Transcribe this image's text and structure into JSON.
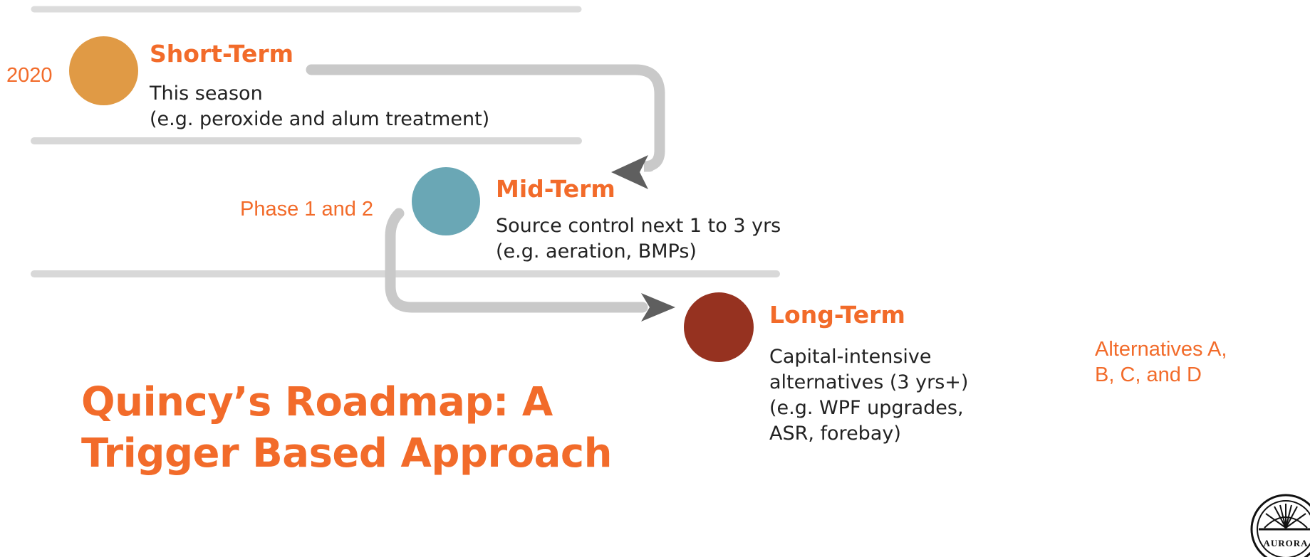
{
  "colors": {
    "accent": "#f26b2a",
    "short_term": "#e09a45",
    "mid_term": "#6aa7b5",
    "long_term": "#963220",
    "divider": "#d8d8d8",
    "connector": "#c9c9c9",
    "arrowhead": "#5f5f5f"
  },
  "stages": {
    "short": {
      "title": "Short-Term",
      "desc_line1": "This season",
      "desc_line2": "(e.g. peroxide and alum treatment)",
      "note": "2020"
    },
    "mid": {
      "title": "Mid-Term",
      "desc_line1": "Source control next 1 to 3 yrs",
      "desc_line2": "(e.g. aeration, BMPs)",
      "note": "Phase 1 and 2"
    },
    "long": {
      "title": "Long-Term",
      "desc_line1": "Capital-intensive",
      "desc_line2": "alternatives (3 yrs+)",
      "desc_line3": "(e.g. WPF upgrades,",
      "desc_line4": "ASR, forebay)",
      "note_line1": "Alternatives A,",
      "note_line2": "B, C, and D"
    }
  },
  "main_title": {
    "line1": "Quincy’s Roadmap: A",
    "line2": "Trigger Based Approach"
  },
  "logo": {
    "icon": "aurora-seal-icon",
    "text": "AURORA"
  }
}
